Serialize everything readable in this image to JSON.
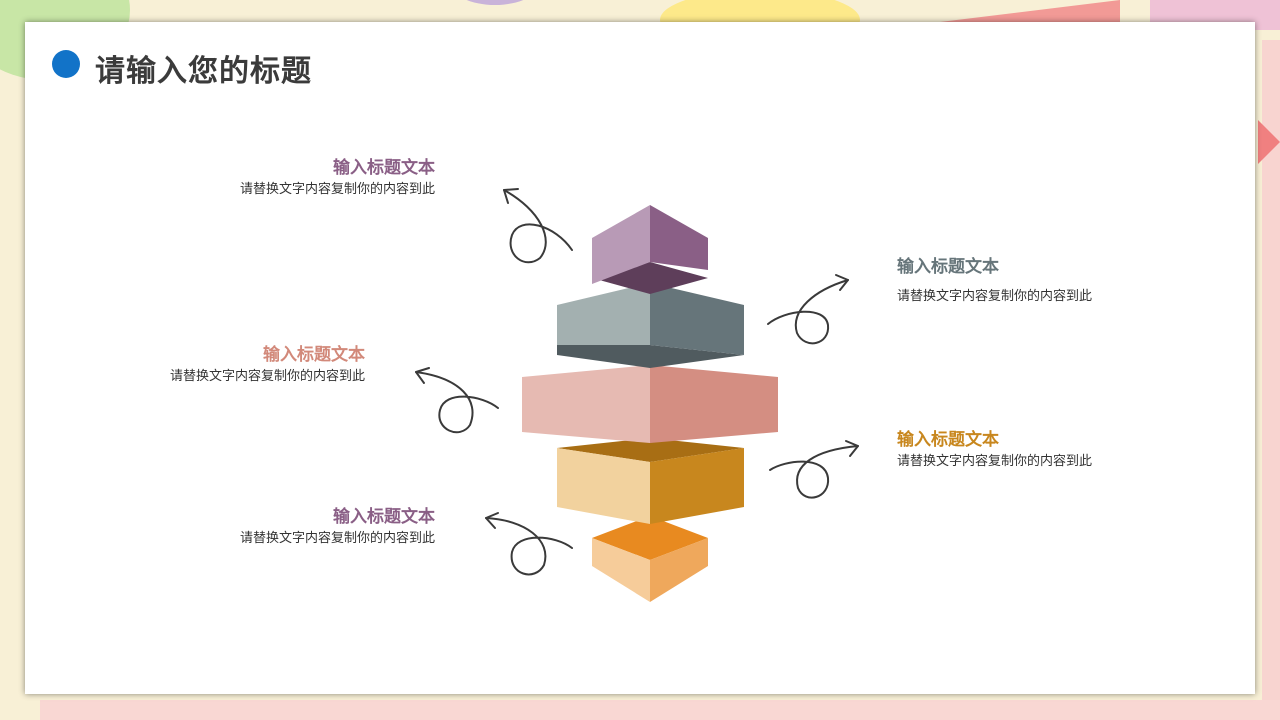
{
  "title": "请输入您的标题",
  "items": [
    {
      "heading": "输入标题文本",
      "desc": "请替换文字内容复制你的内容到此",
      "color": "#8a5f86"
    },
    {
      "heading": "输入标题文本",
      "desc": "请替换文字内容复制你的内容到此",
      "color": "#66757a"
    },
    {
      "heading": "输入标题文本",
      "desc": "请替换文字内容复制你的内容到此",
      "color": "#d2897a"
    },
    {
      "heading": "输入标题文本",
      "desc": "请替换文字内容复制你的内容到此",
      "color": "#c8871e"
    },
    {
      "heading": "输入标题文本",
      "desc": "请替换文字内容复制你的内容到此",
      "color": "#8a5f86"
    }
  ],
  "colors": {
    "accent_dot": "#1273c8",
    "tier_purple": "#8a5f86",
    "tier_gray": "#66757a",
    "tier_pink": "#d2897a",
    "tier_gold": "#c8871e",
    "tier_orange": "#f0a55a"
  }
}
